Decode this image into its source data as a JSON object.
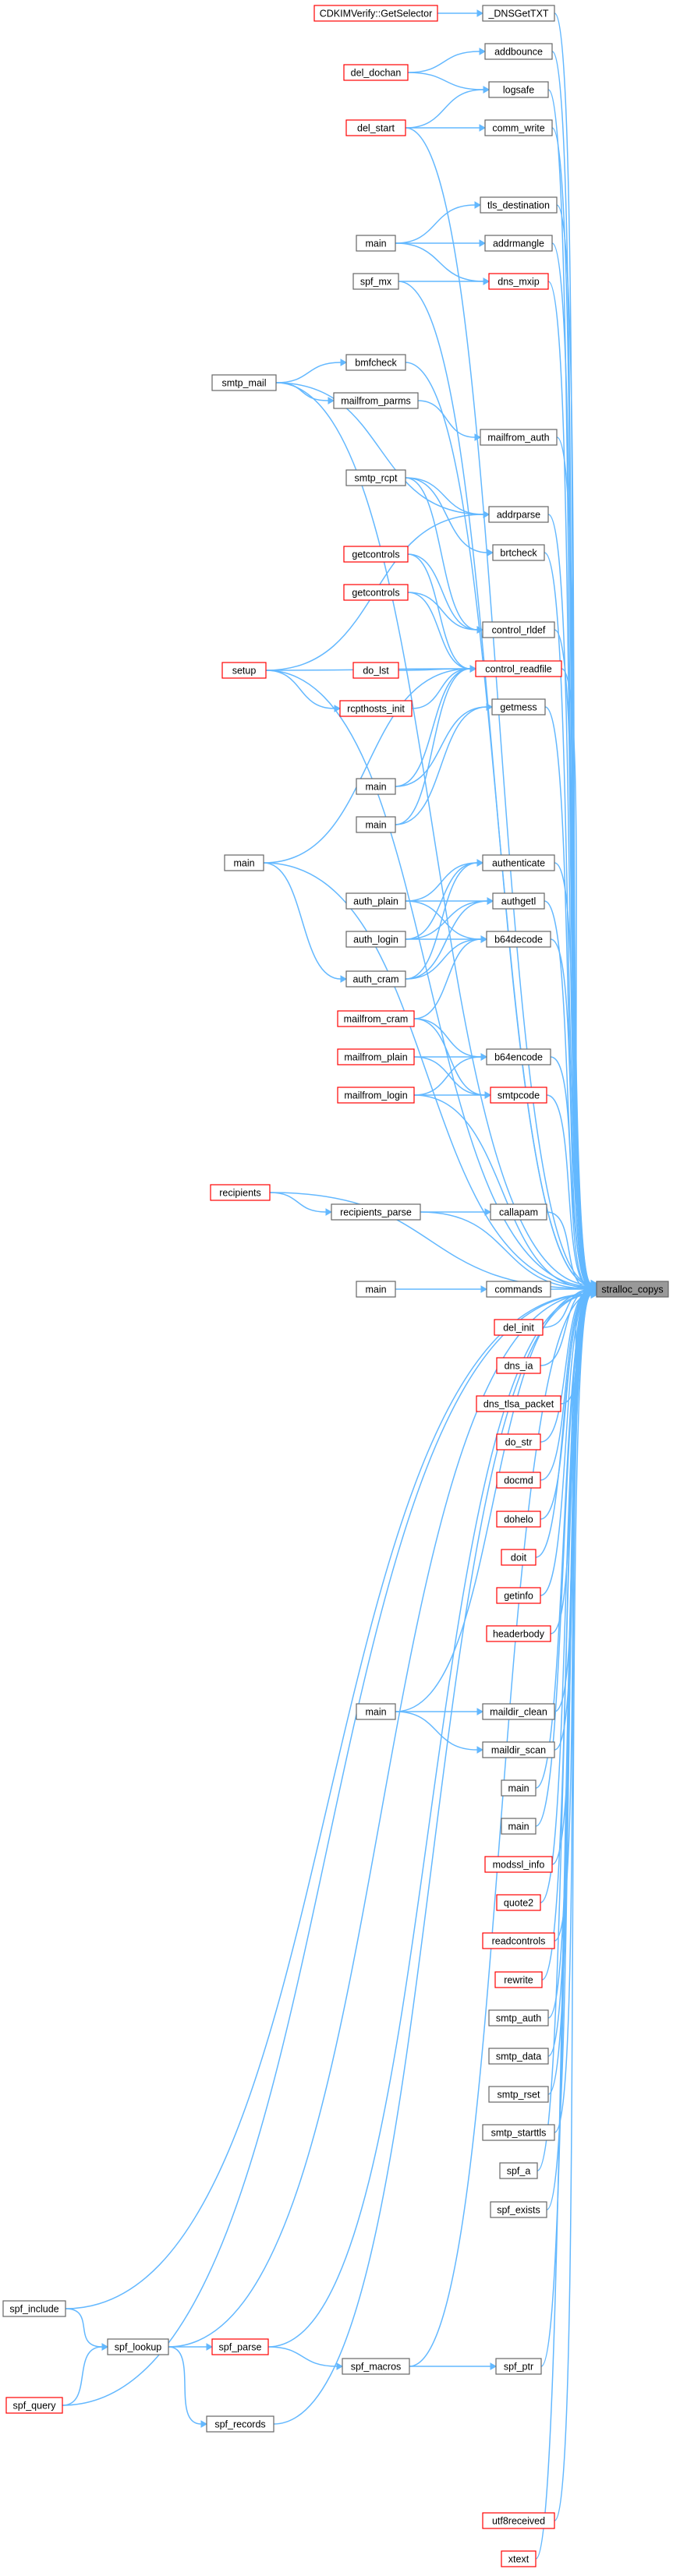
{
  "colors": {
    "edge": "#63b8ff",
    "node_border": "#666666",
    "node_border_warn": "#ff0000",
    "node_fill": "#ffffff",
    "focus_fill": "#999999",
    "focus_border": "#666666"
  },
  "graph": {
    "focus": "n_stralloc_copys",
    "nodes": [
      {
        "id": "n_stralloc_copys",
        "label": "stralloc_copys",
        "style": "focus"
      },
      {
        "id": "n_dnsgettxt",
        "label": "_DNSGetTXT",
        "style": "normal"
      },
      {
        "id": "n_cdkim",
        "label": "CDKIMVerify::GetSelector",
        "style": "warn"
      },
      {
        "id": "n_addbounce",
        "label": "addbounce",
        "style": "normal"
      },
      {
        "id": "n_logsafe",
        "label": "logsafe",
        "style": "normal"
      },
      {
        "id": "n_del_dochan",
        "label": "del_dochan",
        "style": "warn"
      },
      {
        "id": "n_comm_write",
        "label": "comm_write",
        "style": "normal"
      },
      {
        "id": "n_del_start",
        "label": "del_start",
        "style": "warn"
      },
      {
        "id": "n_tls_destination",
        "label": "tls_destination",
        "style": "normal"
      },
      {
        "id": "n_addrmangle",
        "label": "addrmangle",
        "style": "normal"
      },
      {
        "id": "n_main_1",
        "label": "main",
        "style": "normal"
      },
      {
        "id": "n_dns_mxip",
        "label": "dns_mxip",
        "style": "warn"
      },
      {
        "id": "n_spf_mx",
        "label": "spf_mx",
        "style": "normal"
      },
      {
        "id": "n_bmfcheck",
        "label": "bmfcheck",
        "style": "normal"
      },
      {
        "id": "n_smtp_mail",
        "label": "smtp_mail",
        "style": "normal"
      },
      {
        "id": "n_mailfrom_parms",
        "label": "mailfrom_parms",
        "style": "normal"
      },
      {
        "id": "n_mailfrom_auth",
        "label": "mailfrom_auth",
        "style": "normal"
      },
      {
        "id": "n_smtp_rcpt",
        "label": "smtp_rcpt",
        "style": "normal"
      },
      {
        "id": "n_addrparse",
        "label": "addrparse",
        "style": "normal"
      },
      {
        "id": "n_brtcheck",
        "label": "brtcheck",
        "style": "normal"
      },
      {
        "id": "n_getcontrols_1",
        "label": "getcontrols",
        "style": "warn"
      },
      {
        "id": "n_getcontrols_2",
        "label": "getcontrols",
        "style": "warn"
      },
      {
        "id": "n_control_rldef",
        "label": "control_rldef",
        "style": "normal"
      },
      {
        "id": "n_setup",
        "label": "setup",
        "style": "warn"
      },
      {
        "id": "n_do_lst",
        "label": "do_lst",
        "style": "warn"
      },
      {
        "id": "n_control_readfile",
        "label": "control_readfile",
        "style": "warn"
      },
      {
        "id": "n_rcpthosts_init",
        "label": "rcpthosts_init",
        "style": "warn"
      },
      {
        "id": "n_getmess",
        "label": "getmess",
        "style": "normal"
      },
      {
        "id": "n_main_2",
        "label": "main",
        "style": "normal"
      },
      {
        "id": "n_main_3",
        "label": "main",
        "style": "normal"
      },
      {
        "id": "n_main_4",
        "label": "main",
        "style": "normal"
      },
      {
        "id": "n_authenticate",
        "label": "authenticate",
        "style": "normal"
      },
      {
        "id": "n_auth_plain",
        "label": "auth_plain",
        "style": "normal"
      },
      {
        "id": "n_authgetl",
        "label": "authgetl",
        "style": "normal"
      },
      {
        "id": "n_auth_login",
        "label": "auth_login",
        "style": "normal"
      },
      {
        "id": "n_b64decode",
        "label": "b64decode",
        "style": "normal"
      },
      {
        "id": "n_auth_cram",
        "label": "auth_cram",
        "style": "normal"
      },
      {
        "id": "n_mailfrom_cram",
        "label": "mailfrom_cram",
        "style": "warn"
      },
      {
        "id": "n_mailfrom_plain",
        "label": "mailfrom_plain",
        "style": "warn"
      },
      {
        "id": "n_b64encode",
        "label": "b64encode",
        "style": "normal"
      },
      {
        "id": "n_mailfrom_login",
        "label": "mailfrom_login",
        "style": "warn"
      },
      {
        "id": "n_smtpcode",
        "label": "smtpcode",
        "style": "warn"
      },
      {
        "id": "n_recipients",
        "label": "recipients",
        "style": "warn"
      },
      {
        "id": "n_recipients_parse",
        "label": "recipients_parse",
        "style": "normal"
      },
      {
        "id": "n_callapam",
        "label": "callapam",
        "style": "normal"
      },
      {
        "id": "n_main_5",
        "label": "main",
        "style": "normal"
      },
      {
        "id": "n_commands",
        "label": "commands",
        "style": "normal"
      },
      {
        "id": "n_del_init",
        "label": "del_init",
        "style": "warn"
      },
      {
        "id": "n_dns_ia",
        "label": "dns_ia",
        "style": "warn"
      },
      {
        "id": "n_dns_tlsa_packet",
        "label": "dns_tlsa_packet",
        "style": "warn"
      },
      {
        "id": "n_do_str",
        "label": "do_str",
        "style": "warn"
      },
      {
        "id": "n_docmd",
        "label": "docmd",
        "style": "warn"
      },
      {
        "id": "n_dohelo",
        "label": "dohelo",
        "style": "warn"
      },
      {
        "id": "n_doit",
        "label": "doit",
        "style": "warn"
      },
      {
        "id": "n_getinfo",
        "label": "getinfo",
        "style": "warn"
      },
      {
        "id": "n_headerbody",
        "label": "headerbody",
        "style": "warn"
      },
      {
        "id": "n_main_6",
        "label": "main",
        "style": "normal"
      },
      {
        "id": "n_maildir_clean",
        "label": "maildir_clean",
        "style": "normal"
      },
      {
        "id": "n_maildir_scan",
        "label": "maildir_scan",
        "style": "normal"
      },
      {
        "id": "n_main_7",
        "label": "main",
        "style": "normal"
      },
      {
        "id": "n_main_8",
        "label": "main",
        "style": "normal"
      },
      {
        "id": "n_modssl_info",
        "label": "modssl_info",
        "style": "warn"
      },
      {
        "id": "n_quote2",
        "label": "quote2",
        "style": "warn"
      },
      {
        "id": "n_readcontrols",
        "label": "readcontrols",
        "style": "warn"
      },
      {
        "id": "n_rewrite",
        "label": "rewrite",
        "style": "warn"
      },
      {
        "id": "n_smtp_auth",
        "label": "smtp_auth",
        "style": "normal"
      },
      {
        "id": "n_smtp_data",
        "label": "smtp_data",
        "style": "normal"
      },
      {
        "id": "n_smtp_rset",
        "label": "smtp_rset",
        "style": "normal"
      },
      {
        "id": "n_smtp_starttls",
        "label": "smtp_starttls",
        "style": "normal"
      },
      {
        "id": "n_spf_a",
        "label": "spf_a",
        "style": "normal"
      },
      {
        "id": "n_spf_exists",
        "label": "spf_exists",
        "style": "normal"
      },
      {
        "id": "n_spf_include",
        "label": "spf_include",
        "style": "normal"
      },
      {
        "id": "n_spf_lookup",
        "label": "spf_lookup",
        "style": "normal"
      },
      {
        "id": "n_spf_parse",
        "label": "spf_parse",
        "style": "warn"
      },
      {
        "id": "n_spf_macros",
        "label": "spf_macros",
        "style": "normal"
      },
      {
        "id": "n_spf_ptr",
        "label": "spf_ptr",
        "style": "normal"
      },
      {
        "id": "n_spf_query",
        "label": "spf_query",
        "style": "warn"
      },
      {
        "id": "n_spf_records",
        "label": "spf_records",
        "style": "normal"
      },
      {
        "id": "n_utf8received",
        "label": "utf8received",
        "style": "warn"
      },
      {
        "id": "n_xtext",
        "label": "xtext",
        "style": "warn"
      }
    ],
    "edges": [
      [
        "n_cdkim",
        "n_dnsgettxt"
      ],
      [
        "n_del_dochan",
        "n_addbounce"
      ],
      [
        "n_del_dochan",
        "n_logsafe"
      ],
      [
        "n_del_start",
        "n_logsafe"
      ],
      [
        "n_del_start",
        "n_comm_write"
      ],
      [
        "n_main_1",
        "n_tls_destination"
      ],
      [
        "n_main_1",
        "n_addrmangle"
      ],
      [
        "n_main_1",
        "n_dns_mxip"
      ],
      [
        "n_spf_mx",
        "n_dns_mxip"
      ],
      [
        "n_smtp_mail",
        "n_bmfcheck"
      ],
      [
        "n_smtp_mail",
        "n_mailfrom_parms"
      ],
      [
        "n_mailfrom_parms",
        "n_mailfrom_auth"
      ],
      [
        "n_smtp_mail",
        "n_addrparse"
      ],
      [
        "n_smtp_rcpt",
        "n_addrparse"
      ],
      [
        "n_smtp_rcpt",
        "n_brtcheck"
      ],
      [
        "n_smtp_rcpt",
        "n_control_rldef"
      ],
      [
        "n_getcontrols_1",
        "n_control_rldef"
      ],
      [
        "n_getcontrols_2",
        "n_control_rldef"
      ],
      [
        "n_getcontrols_1",
        "n_control_readfile"
      ],
      [
        "n_getcontrols_2",
        "n_control_readfile"
      ],
      [
        "n_setup",
        "n_control_readfile"
      ],
      [
        "n_do_lst",
        "n_control_readfile"
      ],
      [
        "n_setup",
        "n_rcpthosts_init"
      ],
      [
        "n_rcpthosts_init",
        "n_control_readfile"
      ],
      [
        "n_main_2",
        "n_control_readfile"
      ],
      [
        "n_main_3",
        "n_control_readfile"
      ],
      [
        "n_main_2",
        "n_getmess"
      ],
      [
        "n_main_3",
        "n_getmess"
      ],
      [
        "n_setup",
        "n_addrparse"
      ],
      [
        "n_main_4",
        "n_control_readfile"
      ],
      [
        "n_main_4",
        "n_auth_cram"
      ],
      [
        "n_auth_plain",
        "n_authenticate"
      ],
      [
        "n_auth_login",
        "n_authenticate"
      ],
      [
        "n_auth_cram",
        "n_authenticate"
      ],
      [
        "n_auth_plain",
        "n_authgetl"
      ],
      [
        "n_auth_login",
        "n_authgetl"
      ],
      [
        "n_auth_cram",
        "n_authgetl"
      ],
      [
        "n_auth_plain",
        "n_b64decode"
      ],
      [
        "n_auth_login",
        "n_b64decode"
      ],
      [
        "n_auth_cram",
        "n_b64decode"
      ],
      [
        "n_mailfrom_cram",
        "n_b64decode"
      ],
      [
        "n_mailfrom_cram",
        "n_b64encode"
      ],
      [
        "n_mailfrom_plain",
        "n_b64encode"
      ],
      [
        "n_mailfrom_login",
        "n_b64encode"
      ],
      [
        "n_mailfrom_cram",
        "n_smtpcode"
      ],
      [
        "n_mailfrom_plain",
        "n_smtpcode"
      ],
      [
        "n_mailfrom_login",
        "n_smtpcode"
      ],
      [
        "n_recipients",
        "n_recipients_parse"
      ],
      [
        "n_recipients_parse",
        "n_callapam"
      ],
      [
        "n_main_5",
        "n_commands"
      ],
      [
        "n_main_6",
        "n_maildir_clean"
      ],
      [
        "n_main_6",
        "n_maildir_scan"
      ],
      [
        "n_spf_include",
        "n_spf_lookup"
      ],
      [
        "n_spf_query",
        "n_spf_lookup"
      ],
      [
        "n_spf_lookup",
        "n_spf_parse"
      ],
      [
        "n_spf_lookup",
        "n_spf_records"
      ],
      [
        "n_spf_parse",
        "n_spf_macros"
      ],
      [
        "n_spf_macros",
        "n_spf_ptr"
      ],
      [
        "n_dnsgettxt",
        "n_stralloc_copys"
      ],
      [
        "n_addbounce",
        "n_stralloc_copys"
      ],
      [
        "n_logsafe",
        "n_stralloc_copys"
      ],
      [
        "n_del_start",
        "n_stralloc_copys"
      ],
      [
        "n_comm_write",
        "n_stralloc_copys"
      ],
      [
        "n_tls_destination",
        "n_stralloc_copys"
      ],
      [
        "n_addrmangle",
        "n_stralloc_copys"
      ],
      [
        "n_dns_mxip",
        "n_stralloc_copys"
      ],
      [
        "n_spf_mx",
        "n_stralloc_copys"
      ],
      [
        "n_smtp_mail",
        "n_stralloc_copys"
      ],
      [
        "n_bmfcheck",
        "n_stralloc_copys"
      ],
      [
        "n_mailfrom_auth",
        "n_stralloc_copys"
      ],
      [
        "n_addrparse",
        "n_stralloc_copys"
      ],
      [
        "n_brtcheck",
        "n_stralloc_copys"
      ],
      [
        "n_control_rldef",
        "n_stralloc_copys"
      ],
      [
        "n_control_readfile",
        "n_stralloc_copys"
      ],
      [
        "n_setup",
        "n_stralloc_copys"
      ],
      [
        "n_getmess",
        "n_stralloc_copys"
      ],
      [
        "n_main_4",
        "n_stralloc_copys"
      ],
      [
        "n_authenticate",
        "n_stralloc_copys"
      ],
      [
        "n_authgetl",
        "n_stralloc_copys"
      ],
      [
        "n_b64decode",
        "n_stralloc_copys"
      ],
      [
        "n_b64encode",
        "n_stralloc_copys"
      ],
      [
        "n_smtpcode",
        "n_stralloc_copys"
      ],
      [
        "n_mailfrom_login",
        "n_stralloc_copys"
      ],
      [
        "n_recipients",
        "n_stralloc_copys"
      ],
      [
        "n_recipients_parse",
        "n_stralloc_copys"
      ],
      [
        "n_callapam",
        "n_stralloc_copys"
      ],
      [
        "n_commands",
        "n_stralloc_copys"
      ],
      [
        "n_del_init",
        "n_stralloc_copys"
      ],
      [
        "n_dns_ia",
        "n_stralloc_copys"
      ],
      [
        "n_dns_tlsa_packet",
        "n_stralloc_copys"
      ],
      [
        "n_do_str",
        "n_stralloc_copys"
      ],
      [
        "n_docmd",
        "n_stralloc_copys"
      ],
      [
        "n_dohelo",
        "n_stralloc_copys"
      ],
      [
        "n_doit",
        "n_stralloc_copys"
      ],
      [
        "n_getinfo",
        "n_stralloc_copys"
      ],
      [
        "n_headerbody",
        "n_stralloc_copys"
      ],
      [
        "n_main_6",
        "n_stralloc_copys"
      ],
      [
        "n_maildir_clean",
        "n_stralloc_copys"
      ],
      [
        "n_maildir_scan",
        "n_stralloc_copys"
      ],
      [
        "n_main_7",
        "n_stralloc_copys"
      ],
      [
        "n_main_8",
        "n_stralloc_copys"
      ],
      [
        "n_modssl_info",
        "n_stralloc_copys"
      ],
      [
        "n_quote2",
        "n_stralloc_copys"
      ],
      [
        "n_readcontrols",
        "n_stralloc_copys"
      ],
      [
        "n_rewrite",
        "n_stralloc_copys"
      ],
      [
        "n_smtp_auth",
        "n_stralloc_copys"
      ],
      [
        "n_smtp_data",
        "n_stralloc_copys"
      ],
      [
        "n_smtp_rset",
        "n_stralloc_copys"
      ],
      [
        "n_smtp_starttls",
        "n_stralloc_copys"
      ],
      [
        "n_spf_a",
        "n_stralloc_copys"
      ],
      [
        "n_spf_exists",
        "n_stralloc_copys"
      ],
      [
        "n_spf_include",
        "n_stralloc_copys"
      ],
      [
        "n_spf_lookup",
        "n_stralloc_copys"
      ],
      [
        "n_spf_parse",
        "n_stralloc_copys"
      ],
      [
        "n_spf_macros",
        "n_stralloc_copys"
      ],
      [
        "n_spf_ptr",
        "n_stralloc_copys"
      ],
      [
        "n_spf_query",
        "n_stralloc_copys"
      ],
      [
        "n_spf_records",
        "n_stralloc_copys"
      ],
      [
        "n_utf8received",
        "n_stralloc_copys"
      ],
      [
        "n_xtext",
        "n_stralloc_copys"
      ]
    ]
  }
}
